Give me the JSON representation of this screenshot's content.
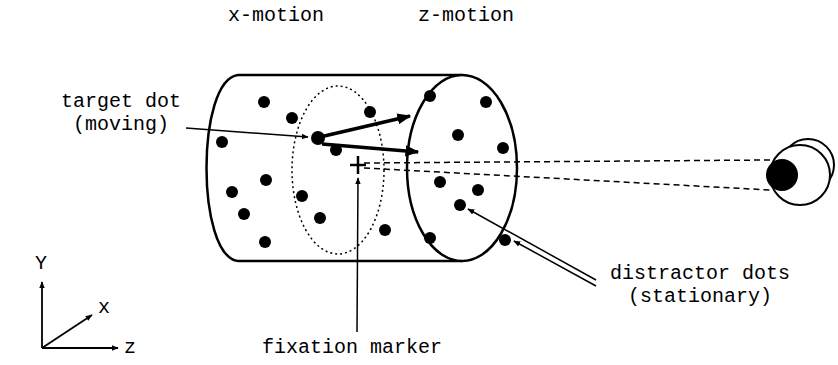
{
  "diagram": {
    "labels": [
      "x-motion",
      "z-motion",
      "target dot (moving)",
      "fixation marker",
      "distractor dots (stationary)",
      "Y",
      "x",
      "z"
    ]
  }
}
